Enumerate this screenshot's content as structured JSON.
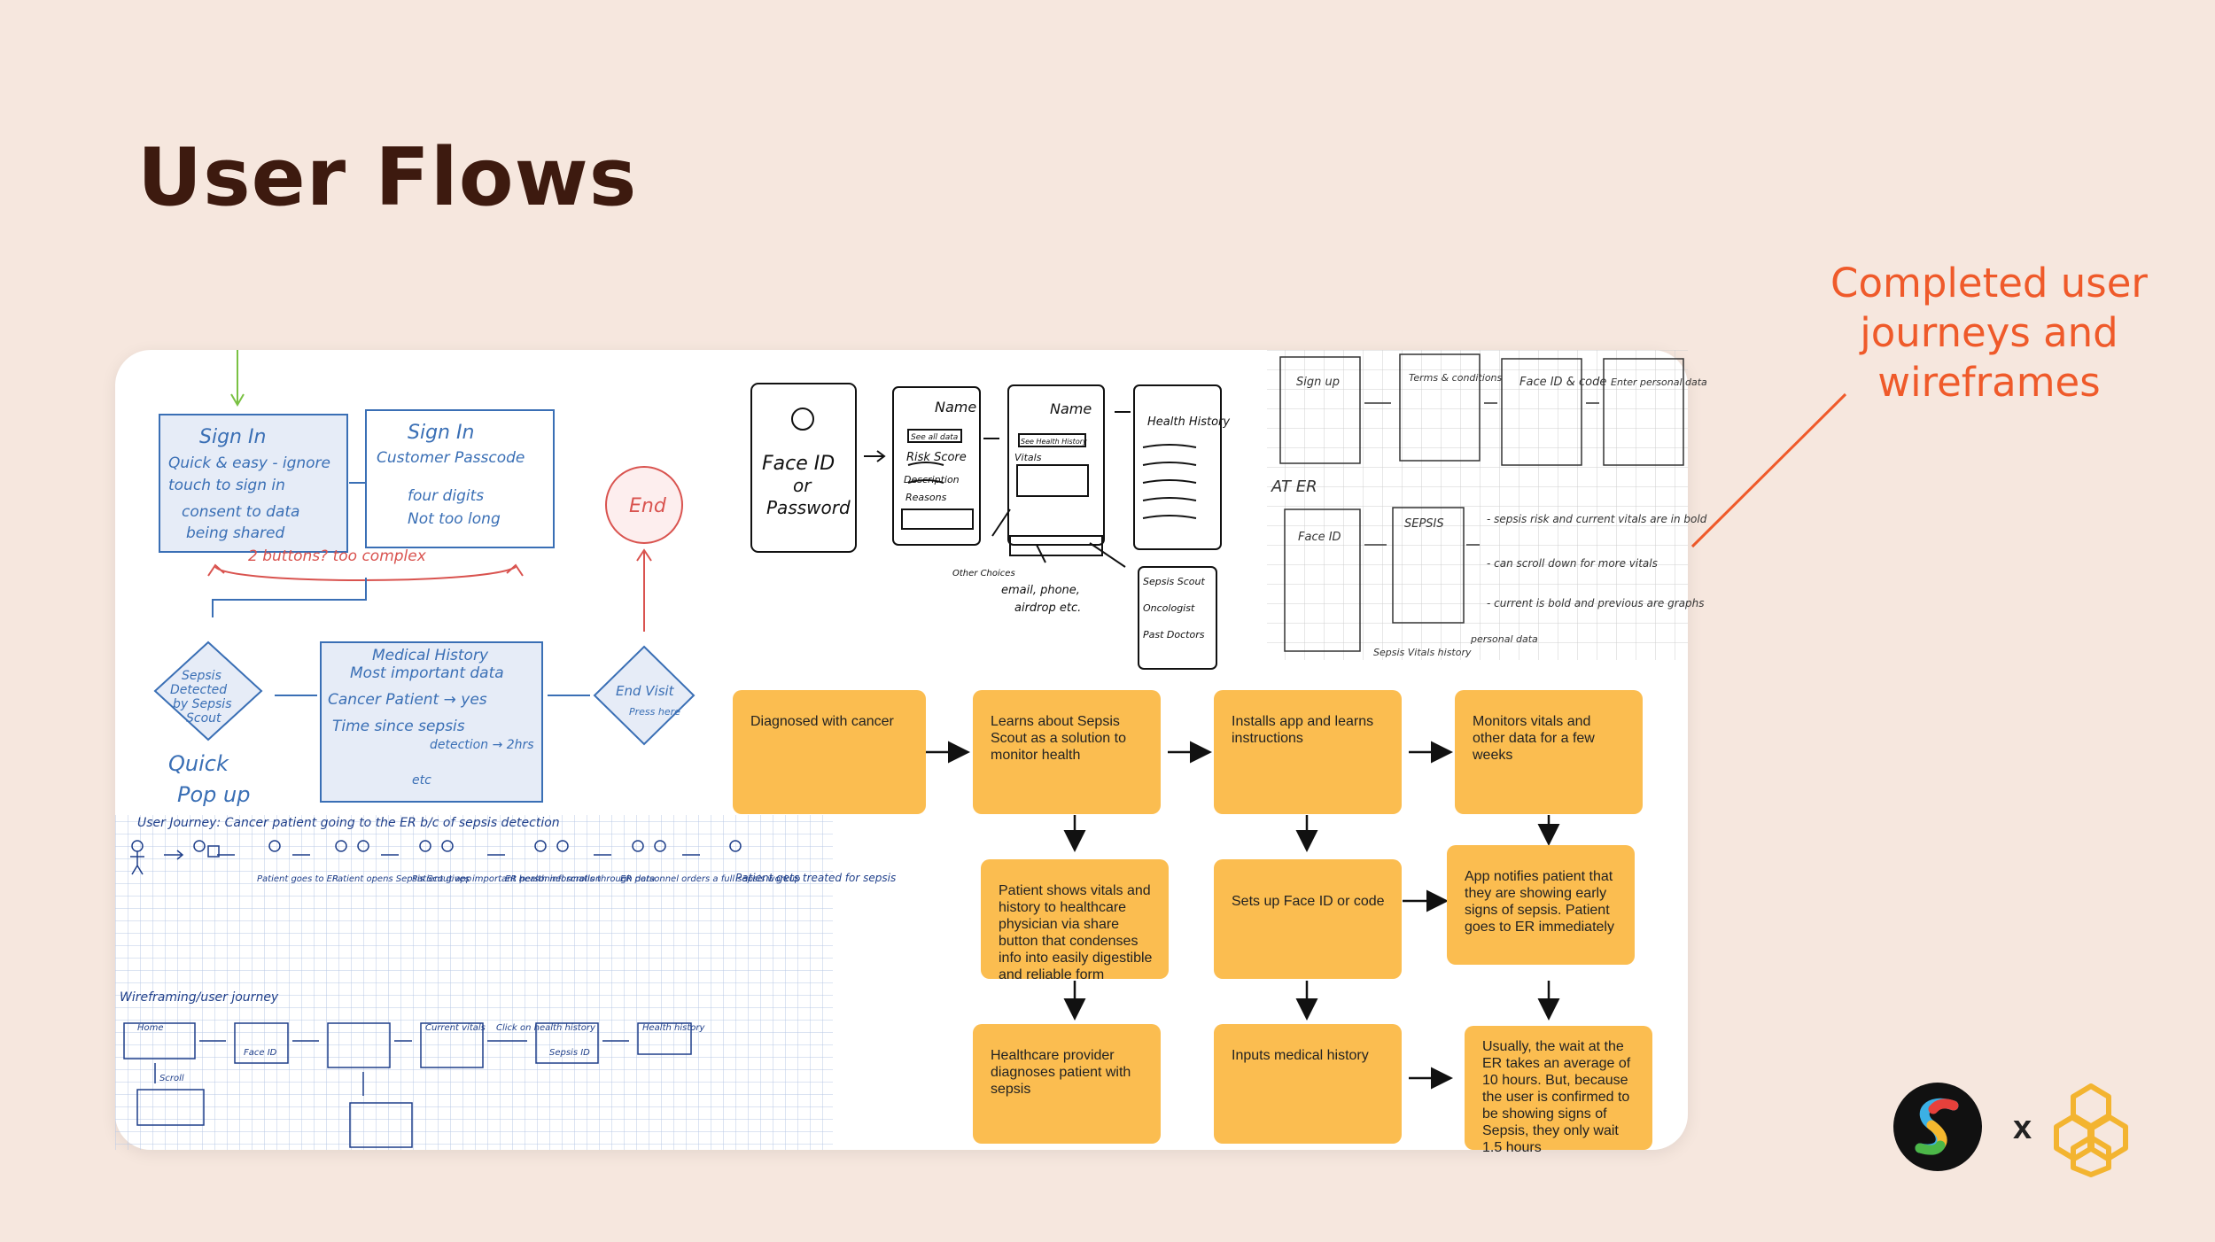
{
  "slide": {
    "title": "User Flows",
    "callout": [
      "Completed user",
      "journeys and",
      "wireframes"
    ],
    "separator": "x"
  },
  "sketch_notes": {
    "sign_in_1": [
      "Sign In",
      "Quick & easy - ignore",
      "touch to sign in",
      "consent to data",
      "being shared"
    ],
    "sign_in_2": [
      "Sign In",
      "Customer  Passcode",
      "four digits",
      "Not too long"
    ],
    "two_buttons": "2 buttons? too complex",
    "end": "End",
    "sepsis_detected": [
      "Sepsis",
      "Detected",
      "by Sepsis",
      "Scout"
    ],
    "quick_popup": [
      "Quick",
      "Pop up"
    ],
    "medical_history": [
      "Medical History",
      "Most important data",
      "Cancer Patient → yes",
      "Time since sepsis",
      "detection → 2hrs",
      "etc"
    ],
    "end_visit": [
      "End Visit",
      "Press here"
    ],
    "face_id": [
      "Face ID",
      "or",
      "Password"
    ],
    "phone_labels": [
      "Name",
      "See all data",
      "Risk Score",
      "Description",
      "Reasons",
      "Name",
      "See Health History",
      "Vitals",
      "Health History",
      "Sepsis Scout",
      "Oncologist",
      "Past Doctors",
      "Other Choices",
      "email, phone,",
      "airdrop etc."
    ],
    "journey_title": "User Journey: Cancer patient going to the ER b/c of sepsis detection",
    "journey_steps": [
      "Patient goes to ER",
      "Patient opens Sepsis Scout app",
      "Patient gives important health information",
      "ER personnel scrolls through data",
      "ER personnel orders a full sepsis workup",
      "Patient gets treated for sepsis"
    ],
    "wireframing_title": "Wireframing/user journey",
    "wireframe_labels": [
      "Home",
      "Face ID",
      "Scroll",
      "Current vitals",
      "Click on health history",
      "Sepsis ID",
      "Health history"
    ],
    "corner_sketch": [
      "Sign up",
      "Terms & conditions",
      "Face ID & code",
      "Enter personal data",
      "AT ER",
      "Face ID",
      "SEPSIS",
      "- sepsis risk and current vitals are in bold",
      "- can scroll down for more vitals",
      "- current is bold and previous are graphs",
      "Sepsis Vitals history",
      "personal data"
    ]
  },
  "flow_boxes": {
    "b1": "Diagnosed with cancer",
    "b2": "Learns about Sepsis Scout as a solution to monitor health",
    "b3": "Installs app and learns instructions",
    "b4": "Monitors vitals and other data for a few weeks",
    "b5": "Patient shows vitals and history to healthcare physician via share button that condenses info into easily digestible and reliable form",
    "b6": "Sets up Face ID or code",
    "b7": "App notifies patient that they are showing early signs of sepsis. Patient goes to ER immediately",
    "b8": "Healthcare provider diagnoses patient with sepsis",
    "b9": "Inputs medical history",
    "b10": "Usually, the wait at the ER takes an average of 10 hours. But, because the user is confirmed to be showing signs of Sepsis, they only wait 1.5 hours"
  },
  "colors": {
    "background": "#f6e7de",
    "title": "#3d1a0f",
    "accent": "#ef5a2a",
    "box": "#fbbd50",
    "ink_blue": "#3a6fb5",
    "ink_red": "#d9534f"
  }
}
